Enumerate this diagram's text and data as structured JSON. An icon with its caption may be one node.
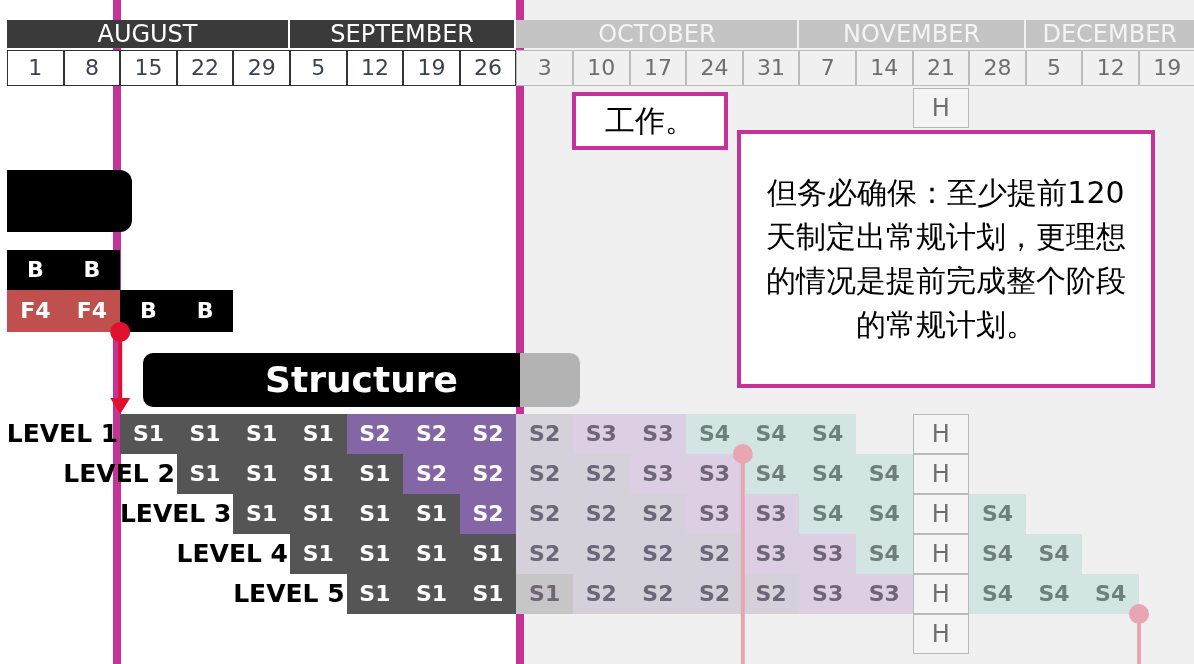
{
  "diagram": {
    "nodes": [
      {
        "text": [
          "工作。"
        ]
      },
      {
        "text": [
          "但务必确保：至少提前120 天制定出常规计划，更理想的情况是提前完成整个阶段的常规计划。"
        ]
      },
      {
        "text": [],
        "shape": "bar"
      },
      {
        "text": [
          "B",
          "B"
        ]
      },
      {
        "text": [
          "F4",
          "F4"
        ]
      },
      {
        "text": [
          "B",
          "B"
        ]
      },
      {
        "text": [
          "Structure"
        ]
      },
      {
        "text": [
          "H"
        ]
      },
      {
        "text": [
          "S1",
          "S1",
          "S1",
          "S1"
        ]
      },
      {
        "text": [
          "S2",
          "S2",
          "S2"
        ]
      },
      {
        "text": [
          "S2"
        ]
      },
      {
        "text": [
          "S3",
          "S3"
        ]
      },
      {
        "text": [
          "S4",
          "S4",
          "S4"
        ]
      },
      {
        "text": [
          "H"
        ]
      },
      {
        "text": [
          "S1",
          "S1",
          "S1",
          "S1"
        ]
      },
      {
        "text": [
          "S2",
          "S2"
        ]
      },
      {
        "text": [
          "S2",
          "S2"
        ]
      },
      {
        "text": [
          "S3",
          "S3"
        ]
      },
      {
        "text": [
          "S4",
          "S4",
          "S4"
        ]
      },
      {
        "text": [
          "H"
        ]
      },
      {
        "text": [
          "S1",
          "S1",
          "S1",
          "S1"
        ]
      },
      {
        "text": [
          "S2"
        ]
      },
      {
        "text": [
          "S2",
          "S2",
          "S2"
        ]
      },
      {
        "text": [
          "S3",
          "S3"
        ]
      },
      {
        "text": [
          "S4",
          "S4"
        ]
      },
      {
        "text": [
          "H"
        ]
      },
      {
        "text": [
          "S4"
        ]
      },
      {
        "text": [
          "S1",
          "S1",
          "S1",
          "S1"
        ]
      },
      {
        "text": [
          "S2",
          "S2",
          "S2",
          "S2"
        ]
      },
      {
        "text": [
          "S3",
          "S3"
        ]
      },
      {
        "text": [
          "S4"
        ]
      },
      {
        "text": [
          "H"
        ]
      },
      {
        "text": [
          "S4",
          "S4"
        ]
      },
      {
        "text": [
          "S1",
          "S1",
          "S1"
        ]
      },
      {
        "text": [
          "S1"
        ]
      },
      {
        "text": [
          "S2",
          "S2",
          "S2",
          "S2"
        ]
      },
      {
        "text": [
          "S3",
          "S3"
        ]
      },
      {
        "text": [
          "H"
        ]
      },
      {
        "text": [
          "S4",
          "S4",
          "S4"
        ]
      },
      {
        "text": [
          "H"
        ]
      }
    ],
    "edges": [
      {
        "from": 4,
        "to": 8,
        "arrow": "to",
        "color": "#e0102f"
      },
      {
        "from": 12,
        "to": null,
        "arrow": "other",
        "color": "#e8a6b3"
      },
      {
        "from": 38,
        "to": null,
        "arrow": "other",
        "color": "#e8a6b3"
      }
    ],
    "labels": [
      "AUGUST",
      "SEPTEMBER",
      "OCTOBER",
      "NOVEMBER",
      "DECEMBER",
      "1",
      "8",
      "15",
      "22",
      "29",
      "5",
      "12",
      "19",
      "26",
      "3",
      "10",
      "17",
      "24",
      "31",
      "7",
      "14",
      "21",
      "28",
      "5",
      "12",
      "19",
      "LEVEL 1",
      "LEVEL 2",
      "LEVEL 3",
      "LEVEL 4",
      "LEVEL 5"
    ]
  }
}
